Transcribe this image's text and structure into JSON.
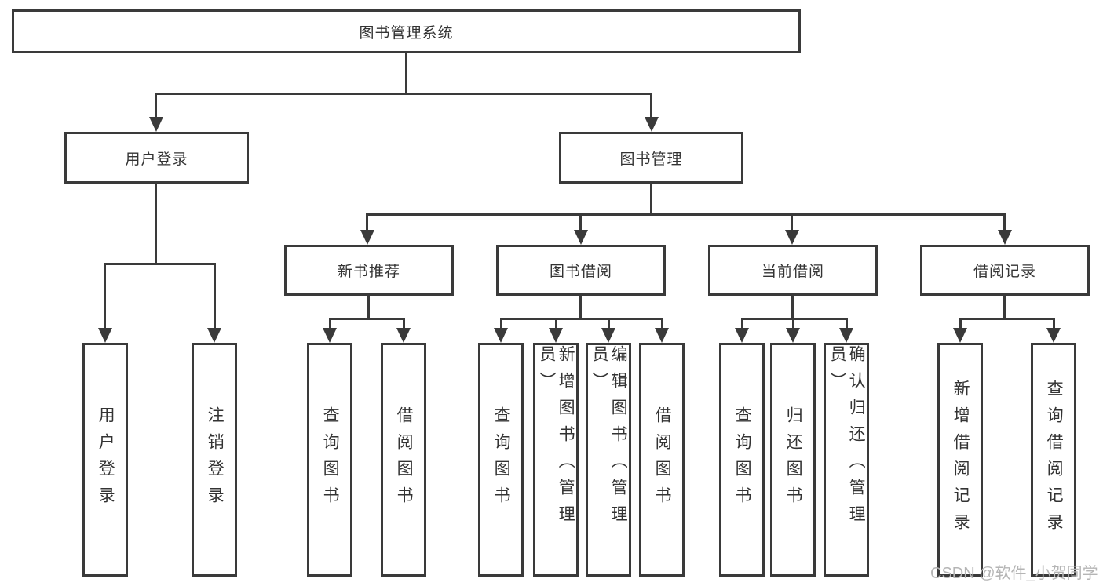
{
  "diagram_title": "图书管理系统",
  "colors": {
    "line": "#3a3a3a",
    "box_border": "#3a3a3a",
    "text": "#333333",
    "background": "#ffffff",
    "watermark": "#b5b5b5"
  },
  "nodes": {
    "root": {
      "label": "图书管理系统"
    },
    "branches": [
      {
        "label": "用户登录",
        "children": [
          "用户登录",
          "注销登录"
        ]
      },
      {
        "label": "图书管理",
        "groups": [
          {
            "label": "新书推荐",
            "children": [
              "查询图书",
              "借阅图书"
            ]
          },
          {
            "label": "图书借阅",
            "children": [
              "查询图书",
              "新增图书（管理员）",
              "编辑图书（管理员）",
              "借阅图书"
            ]
          },
          {
            "label": "当前借阅",
            "children": [
              "查询图书",
              "归还图书",
              "确认归还（管理员）"
            ]
          },
          {
            "label": "借阅记录",
            "children": [
              "新增借阅记录",
              "查询借阅记录"
            ]
          }
        ]
      }
    ]
  },
  "watermark": {
    "text": "CSDN @软件_小贺同学"
  }
}
